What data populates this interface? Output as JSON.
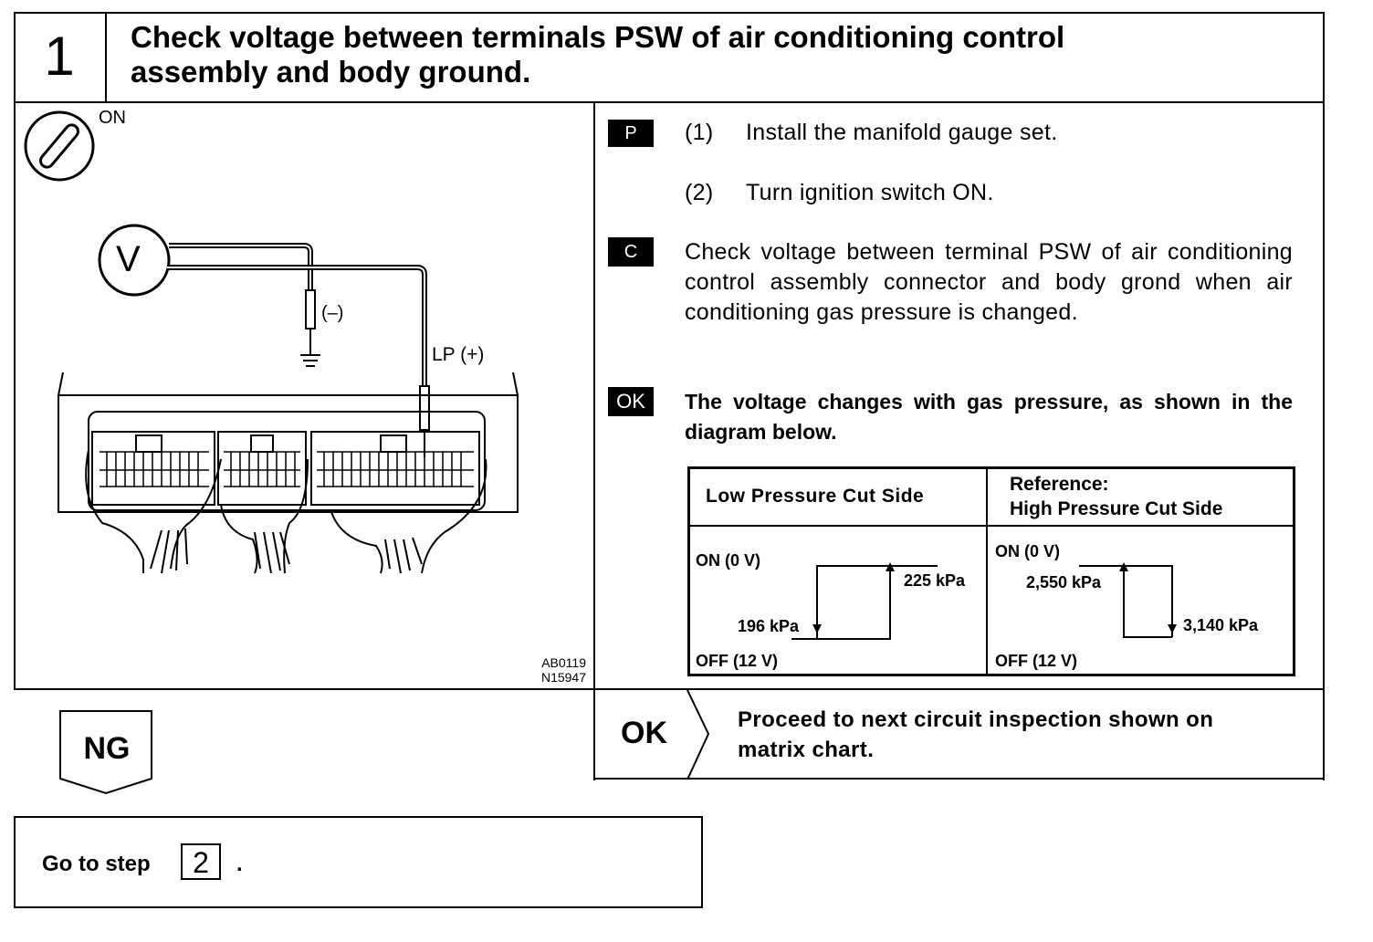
{
  "step": {
    "number": "1",
    "title_line1": "Check voltage between terminals PSW of air conditioning control",
    "title_line2": "assembly and body ground."
  },
  "illustration": {
    "ignition_label": "ON",
    "voltmeter_label": "V",
    "negative_probe_label": "(–)",
    "positive_probe_label": "LP (+)",
    "figure_code_1": "AB0119",
    "figure_code_2": "N15947",
    "icons": [
      "ignition-key-icon",
      "voltmeter-icon",
      "ground-icon",
      "ecu-connector-icon"
    ]
  },
  "instructions": {
    "p_tag": "P",
    "p_step1_num": "(1)",
    "p_step1_text": "Install the manifold gauge set.",
    "p_step2_num": "(2)",
    "p_step2_text": "Turn ignition switch ON.",
    "c_tag": "C",
    "c_text": "Check voltage between terminal PSW of air conditioning control assembly connector and body grond when air conditioning gas pressure is changed.",
    "ok_tag": "OK",
    "ok_text": "The voltage changes with gas pressure, as shown in the diagram below."
  },
  "pressure_table": {
    "low_header": "Low Pressure Cut Side",
    "high_header_line1": "Reference:",
    "high_header_line2": "High Pressure Cut Side",
    "low": {
      "on_label": "ON (0 V)",
      "off_label": "OFF (12 V)",
      "rising_value": "225 kPa",
      "falling_value": "196 kPa"
    },
    "high": {
      "on_label": "ON (0 V)",
      "off_label": "OFF (12 V)",
      "rising_value": "2,550 kPa",
      "falling_value": "3,140 kPa"
    }
  },
  "results": {
    "ng_label": "NG",
    "ok_label": "OK",
    "ok_action": "Proceed to next circuit inspection shown on matrix chart.",
    "ng_action_prefix": "Go to step",
    "ng_action_step": "2",
    "ng_action_suffix": "."
  }
}
